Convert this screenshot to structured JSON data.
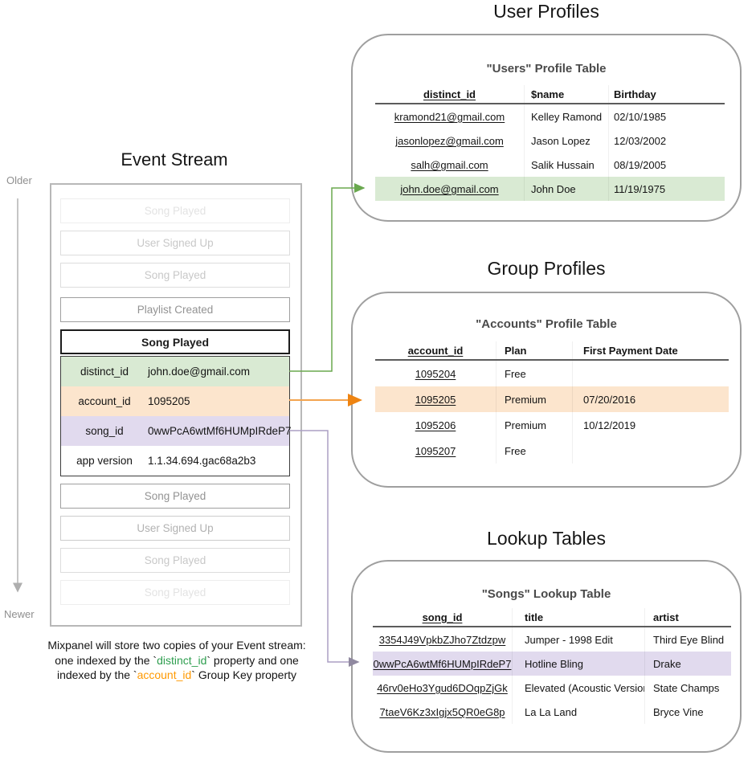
{
  "event_stream": {
    "title": "Event Stream",
    "older_label": "Older",
    "newer_label": "Newer",
    "ghosts_top": [
      "Song Played",
      "User Signed Up",
      "Song Played",
      "Playlist Created"
    ],
    "event": {
      "name": "Song Played",
      "properties": [
        {
          "key": "distinct_id",
          "value": "john.doe@gmail.com",
          "highlight": "green"
        },
        {
          "key": "account_id",
          "value": "1095205",
          "highlight": "orange"
        },
        {
          "key": "song_id",
          "value": "0wwPcA6wtMf6HUMpIRdeP7",
          "highlight": "purple"
        },
        {
          "key": "app version",
          "value": "1.1.34.694.gac68a2b3",
          "highlight": "none"
        }
      ]
    },
    "ghosts_bottom": [
      "Song Played",
      "User Signed Up",
      "Song Played",
      "Song Played"
    ]
  },
  "caption": {
    "line1": "Mixpanel will store two copies of your Event stream:",
    "line2_pre": "one indexed by the `",
    "line2_code": "distinct_id",
    "line2_post": "` property and one",
    "line3_pre": "indexed by the `",
    "line3_code": "account_id",
    "line3_post": "` Group Key property"
  },
  "user_profiles": {
    "section_title": "User Profiles",
    "table_title": "\"Users\" Profile Table",
    "columns": [
      "distinct_id",
      "$name",
      "Birthday"
    ],
    "rows": [
      [
        "kramond21@gmail.com",
        "Kelley Ramond",
        "02/10/1985"
      ],
      [
        "jasonlopez@gmail.com",
        "Jason Lopez",
        "12/03/2002"
      ],
      [
        "salh@gmail.com",
        "Salik Hussain",
        "08/19/2005"
      ],
      [
        "john.doe@gmail.com",
        "John Doe",
        "11/19/1975"
      ]
    ],
    "highlighted_row_index": 3,
    "highlight_color": "#d9ead3"
  },
  "group_profiles": {
    "section_title": "Group Profiles",
    "table_title": "\"Accounts\" Profile Table",
    "columns": [
      "account_id",
      "Plan",
      "First Payment Date"
    ],
    "rows": [
      [
        "1095204",
        "Free",
        ""
      ],
      [
        "1095205",
        "Premium",
        "07/20/2016"
      ],
      [
        "1095206",
        "Premium",
        "10/12/2019"
      ],
      [
        "1095207",
        "Free",
        ""
      ]
    ],
    "highlighted_row_index": 1,
    "highlight_color": "#fce5cd"
  },
  "lookup_tables": {
    "section_title": "Lookup Tables",
    "table_title": "\"Songs\" Lookup Table",
    "columns": [
      "song_id",
      "title",
      "artist"
    ],
    "rows": [
      [
        "3354J49VpkbZJho7Ztdzpw",
        "Jumper - 1998 Edit",
        "Third Eye Blind"
      ],
      [
        "0wwPcA6wtMf6HUMpIRdeP7",
        "Hotline Bling",
        "Drake"
      ],
      [
        "46rv0eHo3Ygud6DOqpZjGk",
        "Elevated (Acoustic Version)",
        "State Champs"
      ],
      [
        "7taeV6Kz3xIgjx5QR0eG8p",
        "La La Land",
        "Bryce Vine"
      ]
    ],
    "highlighted_row_index": 1,
    "highlight_color": "#e1daee"
  },
  "colors": {
    "highlight_green": "#d9ead3",
    "highlight_orange": "#fce5cd",
    "highlight_purple": "#e1daee",
    "arrow_green": "#6aa84f",
    "arrow_orange": "#f09a3e",
    "arrow_purple": "#a79bbd",
    "timeline_gray": "#b3b3b3",
    "caption_code_green": "#2e9e4f",
    "caption_code_orange": "#ff9900"
  }
}
